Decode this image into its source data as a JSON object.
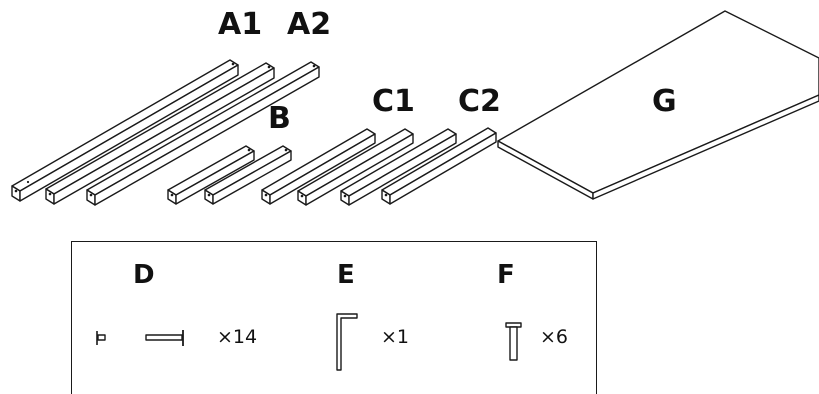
{
  "parts": {
    "a1": "A1",
    "a2": "A2",
    "b": "B",
    "c1": "C1",
    "c2": "C2",
    "g": "G"
  },
  "hardware": {
    "d": {
      "label": "D",
      "qty": "×14"
    },
    "e": {
      "label": "E",
      "qty": "×1"
    },
    "f": {
      "label": "F",
      "qty": "×6"
    }
  },
  "colors": {
    "line": "#1a1a1a",
    "background": "#ffffff"
  }
}
